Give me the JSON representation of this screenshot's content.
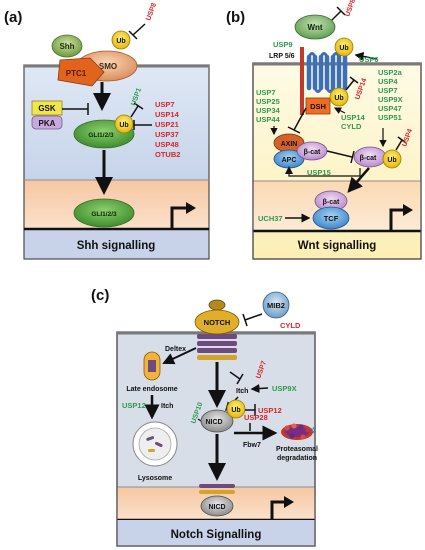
{
  "panel_a": {
    "letter": "(a)",
    "caption": "Shh signalling",
    "shh": "Shh",
    "smo": "SMO",
    "ptc1": "PTC1",
    "ub": "Ub",
    "usp8": "USP8",
    "gsk": "GSK",
    "pka": "PKA",
    "gli_top": "GLI1/2/3",
    "gli_bottom": "GLI1/2/3",
    "usp1": "USP1",
    "duo_list": [
      "USP7",
      "USP14",
      "USP21",
      "USP37",
      "USP48",
      "OTUB2"
    ]
  },
  "panel_b": {
    "letter": "(b)",
    "caption": "Wnt signalling",
    "wnt": "Wnt",
    "usp8": "USP8",
    "usp9": "USP9",
    "lrp": "LRP 5/6",
    "usp6": "USP6",
    "dsh": "DSH",
    "usp14_red": "USP14",
    "usp14_cyld": [
      "USP14",
      "CYLD"
    ],
    "axin": "AXIN",
    "apc": "APC",
    "bcat": "β-cat",
    "left_list": [
      "USP7",
      "USP25",
      "USP34",
      "USP44"
    ],
    "right_list": [
      "USP2a",
      "USP4",
      "USP7",
      "USP9X",
      "USP47",
      "USP51"
    ],
    "usp4": "USP4",
    "usp15": "USP15",
    "uch37": "UCH37",
    "tcf": "TCF",
    "ub": "Ub"
  },
  "panel_c": {
    "letter": "(c)",
    "caption": "Notch Signalling",
    "notch": "NOTCH",
    "mib2": "MIB2",
    "cyld": "CYLD",
    "deltex": "Deltex",
    "late_endosome": "Late endosome",
    "usp12_green": "USP12",
    "itch_left": "Itch",
    "lysosome": "Lysosome",
    "usp7": "USP7",
    "itch_mid": "Itch",
    "usp9x": "USP9X",
    "usp10": "USP10",
    "ub": "Ub",
    "usp12_red": "USP12",
    "nicd": "NICD",
    "usp28": "USP28",
    "fbw7": "Fbw7",
    "proteasomal": [
      "Proteasomal",
      "degradation"
    ],
    "nicd_bottom": "NICD"
  },
  "colors": {
    "red": "#d8262b",
    "green": "#2e9a4c",
    "ub_yellow": "#f3cd16",
    "cell_blue": "#c9d7ea",
    "nucleus_peach": "#f7c7a1",
    "wnt_bg": "#fdf6c6",
    "notch_bg": "#d6dde7"
  }
}
